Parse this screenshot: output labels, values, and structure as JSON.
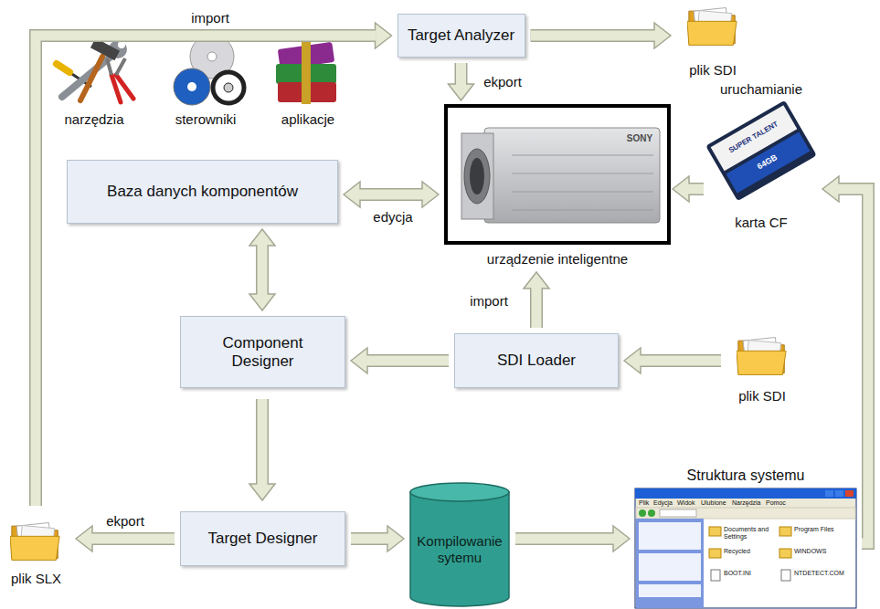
{
  "diagram": {
    "nodes": [
      {
        "text": [
          "Target Analyzer"
        ]
      },
      {
        "text": [
          "plik SDI"
        ]
      },
      {
        "text": [
          "Baza danych komponentów"
        ]
      },
      {
        "text": [
          "urządzenie inteligentne"
        ]
      },
      {
        "text": [
          "karta CF"
        ]
      },
      {
        "text": [
          "Component Designer"
        ]
      },
      {
        "text": [
          "SDI Loader"
        ]
      },
      {
        "text": [
          "plik SDI"
        ]
      },
      {
        "text": [
          "plik SLX"
        ]
      },
      {
        "text": [
          "Target Designer"
        ]
      },
      {
        "text": [
          "Kompilowanie sytemu"
        ]
      },
      {
        "text": [
          "Struktura systemu"
        ]
      }
    ],
    "edges": [
      {
        "from": 8,
        "to": 0,
        "arrow": "to",
        "label": "import"
      },
      {
        "from": 0,
        "to": 1,
        "arrow": "to"
      },
      {
        "from": 0,
        "to": 3,
        "arrow": "to",
        "label": "ekport"
      },
      {
        "from": 2,
        "to": 3,
        "arrow": "both",
        "label": "edycja"
      },
      {
        "from": 4,
        "to": 3,
        "arrow": "to"
      },
      {
        "from": 2,
        "to": 5,
        "arrow": "both"
      },
      {
        "from": 6,
        "to": 5,
        "arrow": "to"
      },
      {
        "from": 6,
        "to": 3,
        "arrow": "to",
        "label": "import"
      },
      {
        "from": 7,
        "to": 6,
        "arrow": "to"
      },
      {
        "from": 5,
        "to": 9,
        "arrow": "to"
      },
      {
        "from": 9,
        "to": 8,
        "arrow": "to",
        "label": "ekport"
      },
      {
        "from": 9,
        "to": 10,
        "arrow": "to"
      },
      {
        "from": 10,
        "to": 11,
        "arrow": "to"
      },
      {
        "from": 11,
        "to": 4,
        "arrow": "to"
      }
    ],
    "labels": [
      "narzędzia",
      "sterowniki",
      "aplikacje",
      "uruchamianie",
      "SONY",
      "SUPER TALENT",
      "64GB",
      "Plik",
      "Edycja",
      "Widok",
      "Ulubione",
      "Narzędzia",
      "Pomoc",
      "Documents and Settings",
      "Program Files",
      "Recycled",
      "WINDOWS",
      "BOOT.INI",
      "NTDETECT.COM"
    ]
  }
}
